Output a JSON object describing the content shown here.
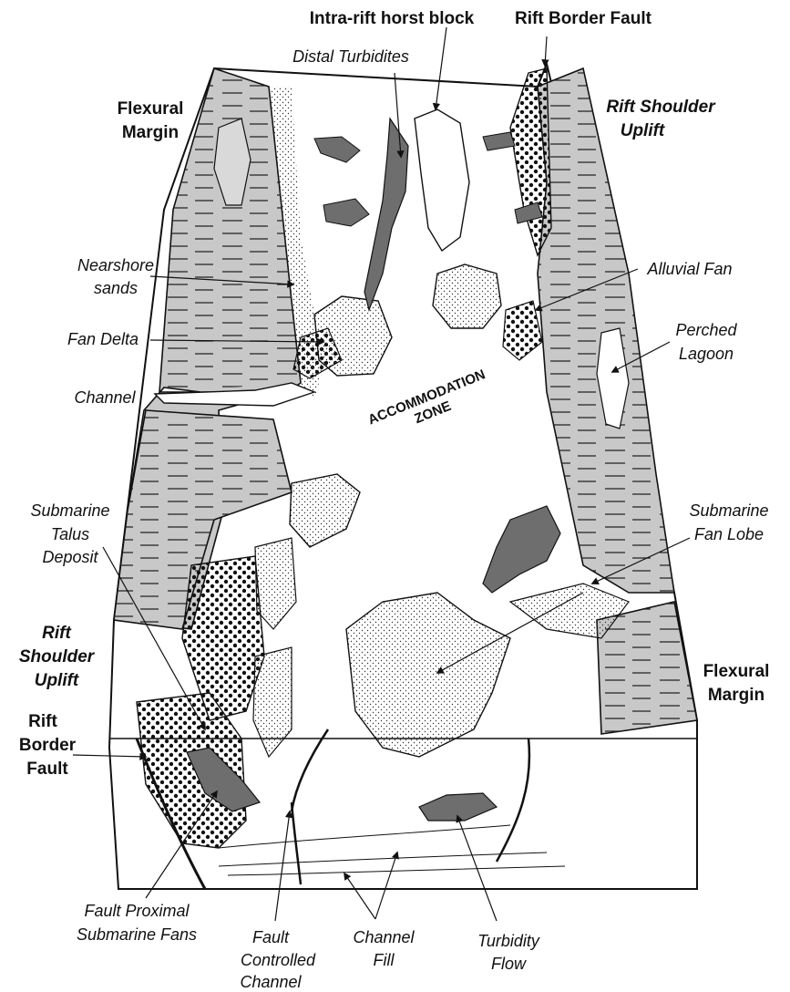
{
  "labels": {
    "intra_rift_horst_block": "Intra-rift horst block",
    "rift_border_fault_top": "Rift Border Fault",
    "distal_turbidites": "Distal Turbidites",
    "flexural_margin_left": [
      "Flexural",
      "Margin"
    ],
    "rift_shoulder_uplift_right": [
      "Rift Shoulder",
      "Uplift"
    ],
    "nearshore_sands": [
      "Nearshore",
      "sands"
    ],
    "alluvial_fan": "Alluvial Fan",
    "fan_delta": "Fan Delta",
    "perched_lagoon": [
      "Perched",
      "Lagoon"
    ],
    "channel": "Channel",
    "accommodation_zone": [
      "ACCOMMODATION",
      "ZONE"
    ],
    "submarine_talus_deposit": [
      "Submarine",
      "Talus",
      "Deposit"
    ],
    "submarine_fan_lobe": [
      "Submarine",
      "Fan Lobe"
    ],
    "rift_shoulder_uplift_left": [
      "Rift",
      "Shoulder",
      "Uplift"
    ],
    "flexural_margin_right": [
      "Flexural",
      "Margin"
    ],
    "rift_border_fault_left": [
      "Rift",
      "Border",
      "Fault"
    ],
    "fault_proximal_submarine_fans": [
      "Fault Proximal",
      "Submarine Fans"
    ],
    "fault_controlled_channel": [
      "Fault",
      "Controlled",
      "Channel"
    ],
    "channel_fill": [
      "Channel",
      "Fill"
    ],
    "turbidity_flow": [
      "Turbidity",
      "Flow"
    ]
  },
  "colors": {
    "margin_fill": "#c8c8c8",
    "dark_body": "#6e6e6e",
    "outline": "#111111",
    "background": "#ffffff"
  }
}
